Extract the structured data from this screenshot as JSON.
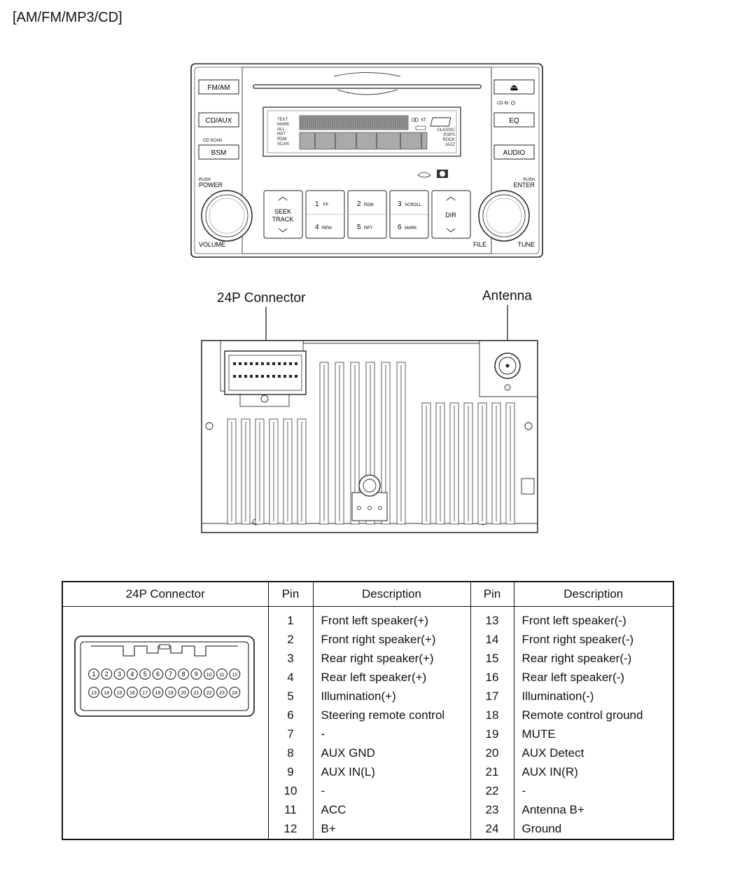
{
  "page_title": "[AM/FM/MP3/CD]",
  "front_panel": {
    "left_buttons": [
      "FM/AM",
      "CD/AUX",
      "BSM"
    ],
    "cd_scan_label": "CD SCAN",
    "right_buttons": [
      "AUDIO",
      "EQ"
    ],
    "eject_symbol": "⏏",
    "ext_label": "CD IN",
    "display_left_labels": [
      "TEXT",
      "MARK",
      "ALL",
      "RPT",
      "RDM",
      "SCAN"
    ],
    "display_right_labels": [
      "CLASSIC",
      "POPS",
      "ROCK",
      "JAZZ"
    ],
    "st_label": "ST",
    "push_power": [
      "PUSH",
      "POWER"
    ],
    "push_enter": [
      "PUSH",
      "ENTER"
    ],
    "volume_label": "VOLUME",
    "tune_label": "TUNE",
    "file_label": "FILE",
    "seek_track": [
      "SEEK",
      "TRACK"
    ],
    "dir_label": "DIR",
    "preset_buttons": [
      {
        "num": "1",
        "sub": "FF"
      },
      {
        "num": "4",
        "sub": "REW"
      },
      {
        "num": "2",
        "sub": "RDM"
      },
      {
        "num": "5",
        "sub": "RPT"
      },
      {
        "num": "3",
        "sub": "SCROLL"
      },
      {
        "num": "6",
        "sub": "MARK"
      }
    ]
  },
  "callouts": {
    "connector": "24P Connector",
    "antenna": "Antenna"
  },
  "pin_table": {
    "headers": {
      "connector": "24P Connector",
      "pin": "Pin",
      "description": "Description"
    },
    "connector_pins_top": [
      "1",
      "2",
      "3",
      "4",
      "5",
      "6",
      "7",
      "8",
      "9",
      "10",
      "11",
      "12"
    ],
    "connector_pins_bottom": [
      "13",
      "14",
      "15",
      "16",
      "17",
      "18",
      "19",
      "20",
      "21",
      "22",
      "23",
      "24"
    ],
    "rows": [
      {
        "pin_a": "1",
        "desc_a": "Front left speaker(+)",
        "pin_b": "13",
        "desc_b": "Front left speaker(-)"
      },
      {
        "pin_a": "2",
        "desc_a": "Front right speaker(+)",
        "pin_b": "14",
        "desc_b": "Front right speaker(-)"
      },
      {
        "pin_a": "3",
        "desc_a": "Rear right speaker(+)",
        "pin_b": "15",
        "desc_b": "Rear right speaker(-)"
      },
      {
        "pin_a": "4",
        "desc_a": "Rear left speaker(+)",
        "pin_b": "16",
        "desc_b": "Rear left speaker(-)"
      },
      {
        "pin_a": "5",
        "desc_a": "Illumination(+)",
        "pin_b": "17",
        "desc_b": "Illumination(-)"
      },
      {
        "pin_a": "6",
        "desc_a": "Steering remote control",
        "pin_b": "18",
        "desc_b": "Remote control ground"
      },
      {
        "pin_a": "7",
        "desc_a": "-",
        "pin_b": "19",
        "desc_b": "MUTE"
      },
      {
        "pin_a": "8",
        "desc_a": "AUX GND",
        "pin_b": "20",
        "desc_b": "AUX Detect"
      },
      {
        "pin_a": "9",
        "desc_a": "AUX IN(L)",
        "pin_b": "21",
        "desc_b": "AUX IN(R)"
      },
      {
        "pin_a": "10",
        "desc_a": "-",
        "pin_b": "22",
        "desc_b": "-"
      },
      {
        "pin_a": "11",
        "desc_a": "ACC",
        "pin_b": "23",
        "desc_b": "Antenna B+"
      },
      {
        "pin_a": "12",
        "desc_a": "B+",
        "pin_b": "24",
        "desc_b": "Ground"
      }
    ]
  }
}
